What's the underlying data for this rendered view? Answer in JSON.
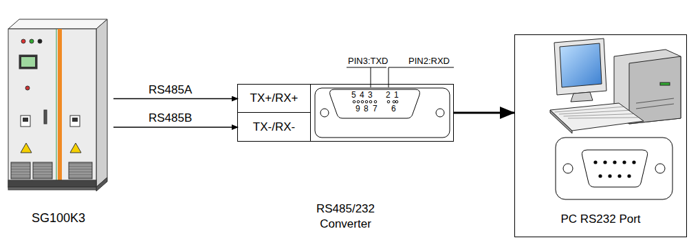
{
  "diagram": {
    "nodes": [
      {
        "text": [
          "SG100K3"
        ]
      },
      {
        "text": [
          "RS485/232 Converter"
        ]
      },
      {
        "text": [
          "TX+/RX+"
        ],
        "in": 1
      },
      {
        "text": [
          "TX-/RX-"
        ],
        "in": 1
      },
      {
        "text": [
          "PC RS232 Port"
        ]
      }
    ],
    "edges": [
      {
        "from": 0,
        "to": 2,
        "label": "RS485A",
        "arrow": "to"
      },
      {
        "from": 0,
        "to": 3,
        "label": "RS485B",
        "arrow": "to"
      },
      {
        "from": 1,
        "to": 4,
        "arrow": "to"
      }
    ],
    "labels": [
      "PIN3:TXD",
      "PIN2:RXD",
      "5",
      "4",
      "3",
      "2",
      "1",
      "9",
      "8",
      "7",
      "6"
    ]
  }
}
